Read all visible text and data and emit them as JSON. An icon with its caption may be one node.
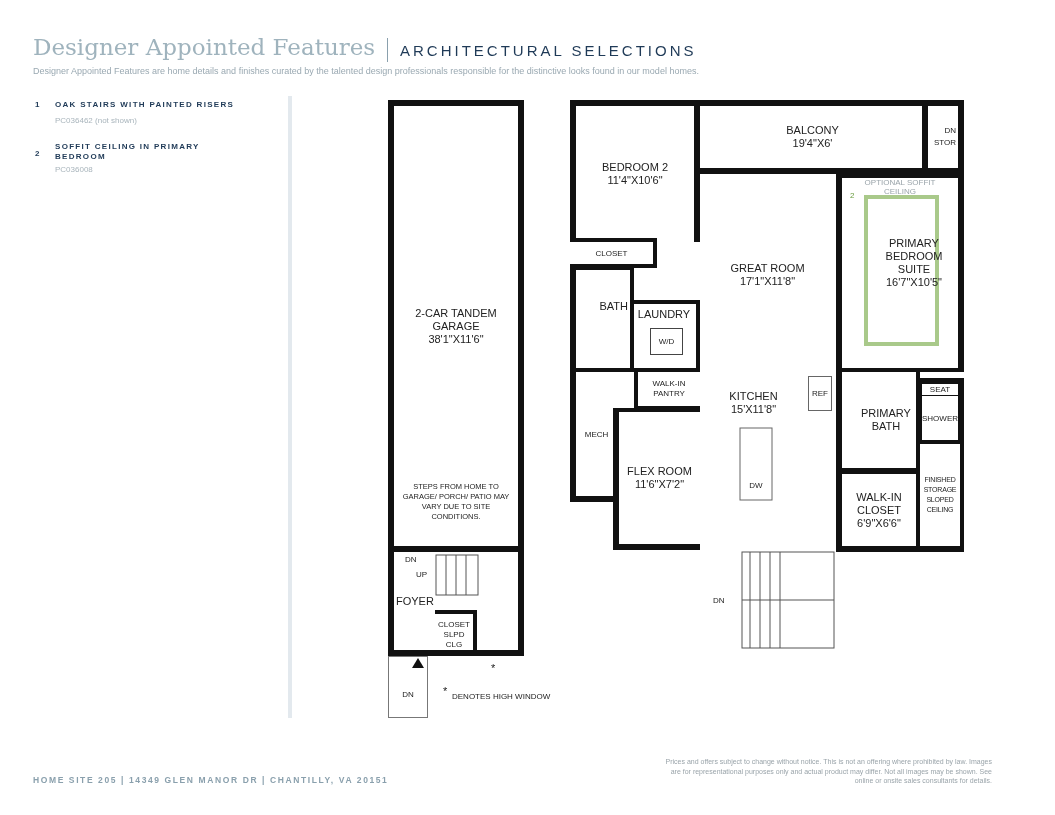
{
  "diagram": {
    "title": "Designer Appointed Features",
    "nodes": [
      {
        "text": [
          "2-CAR TANDEM GARAGE",
          "38'1\"X11'6\""
        ]
      },
      {
        "text": [
          "FOYER"
        ]
      },
      {
        "text": [
          "CLOSET SLPD CLG"
        ],
        "in": 1
      },
      {
        "text": [
          "DN"
        ]
      },
      {
        "text": [
          "BEDROOM 2",
          "11'4\"X10'6\""
        ]
      },
      {
        "text": [
          "CLOSET"
        ]
      },
      {
        "text": [
          "BATH"
        ]
      },
      {
        "text": [
          "LAUNDRY"
        ]
      },
      {
        "text": [
          "W/D"
        ],
        "in": 7
      },
      {
        "text": [
          "BALCONY",
          "19'4\"X6'"
        ]
      },
      {
        "text": [
          "DN",
          "STOR"
        ]
      },
      {
        "text": [
          "GREAT ROOM",
          "17'1\"X11'8\""
        ]
      },
      {
        "text": [
          "WALK-IN PANTRY"
        ]
      },
      {
        "text": [
          "MECH"
        ]
      },
      {
        "text": [
          "FLEX ROOM",
          "11'6\"X7'2\""
        ]
      },
      {
        "text": [
          "KITCHEN",
          "15'X11'8\""
        ]
      },
      {
        "text": [
          "REF"
        ]
      },
      {
        "text": [
          "DW"
        ]
      },
      {
        "text": [
          "PRIMARY BEDROOM SUITE",
          "16'7\"X10'5\""
        ]
      },
      {
        "text": [
          "PRIMARY BATH"
        ]
      },
      {
        "text": [
          "SEAT"
        ]
      },
      {
        "text": [
          "SHOWER"
        ]
      },
      {
        "text": [
          "WALK-IN CLOSET",
          "6'9\"X6'6\""
        ]
      },
      {
        "text": [
          "FINISHED STORAGE SLOPED CEILING"
        ]
      }
    ],
    "labels": [
      "ARCHITECTURAL SELECTIONS",
      "Designer Appointed Features are home details and finishes curated by the talented design professionals responsible for the distinctive looks found in our model homes.",
      "1",
      "OAK STAIRS WITH PAINTED RISERS",
      "PC036462 (not shown)",
      "2",
      "SOFFIT CEILING IN PRIMARY BEDROOM",
      "PC036008",
      "2",
      "OPTIONAL SOFFIT CEILING",
      "STEPS FROM HOME TO GARAGE/ PORCH/ PATIO MAY VARY DUE TO SITE CONDITIONS.",
      "DN",
      "UP",
      "DN",
      "*",
      "*",
      "DENOTES HIGH WINDOW",
      "HOME SITE 205 | 14349 GLEN MANOR DR | CHANTILLY, VA 20151",
      "Prices and offers subject to change without notice. This is not an offering where prohibited by law. Images are for representational purposes only and actual product may differ. Not all images may be shown. See online or onsite sales consultants for details."
    ]
  }
}
